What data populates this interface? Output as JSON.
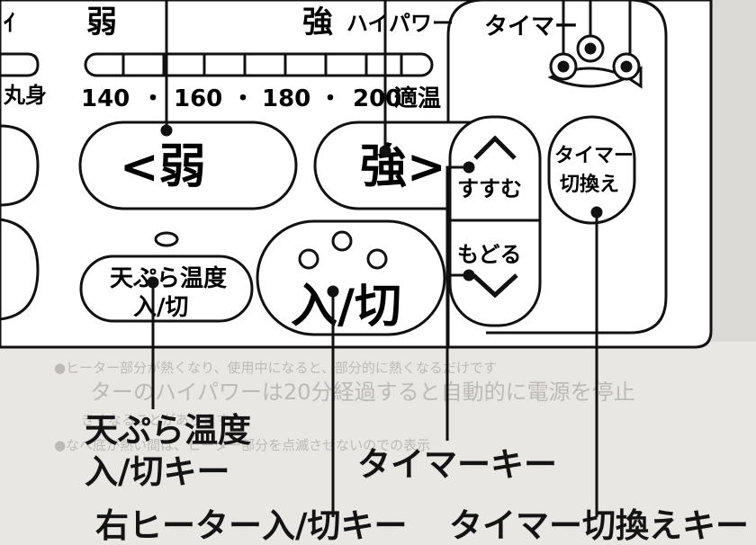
{
  "panel": {
    "partial_left_label": "ｲ",
    "partial_left_label2": "丸身",
    "weak_label": "弱",
    "strong_label": "強",
    "high_power_label": "ハイパワー",
    "timer_label": "タイマー",
    "temp_scale": [
      "140",
      "160",
      "180",
      "200"
    ],
    "temp_separator": "・",
    "temp_optimal": "適温",
    "weak_button": "<弱",
    "strong_button": "強>",
    "tempura_button_line1": "天ぷら温度",
    "tempura_button_line2": "入/切",
    "onoff_button": "入/切",
    "forward_button": "すすむ",
    "back_button": "もどる",
    "timer_switch_line1": "タイマー",
    "timer_switch_line2": "切換え"
  },
  "callouts": {
    "tempura_key_line1": "天ぷら温度",
    "tempura_key_line2": "入/切キー",
    "timer_key": "タイマーキー",
    "right_heater_key": "右ヒーター入/切キー",
    "timer_switch_key": "タイマー切換えキー"
  },
  "background_text": {
    "line1": "ターのハイパワーは20分経過すると自動的に電源を停止",
    "line2": "●ヒーター部分が熱くなり、使用中になると、部分的に熱くなるだけです",
    "line3": "きくなることがあります。",
    "line4": "●なべ底が熱い間は、ヒーター部分を点滅させないのでの表示"
  },
  "colors": {
    "panel_bg": "#ffffff",
    "line": "#111111",
    "page_bg": "#e9e7e4"
  }
}
